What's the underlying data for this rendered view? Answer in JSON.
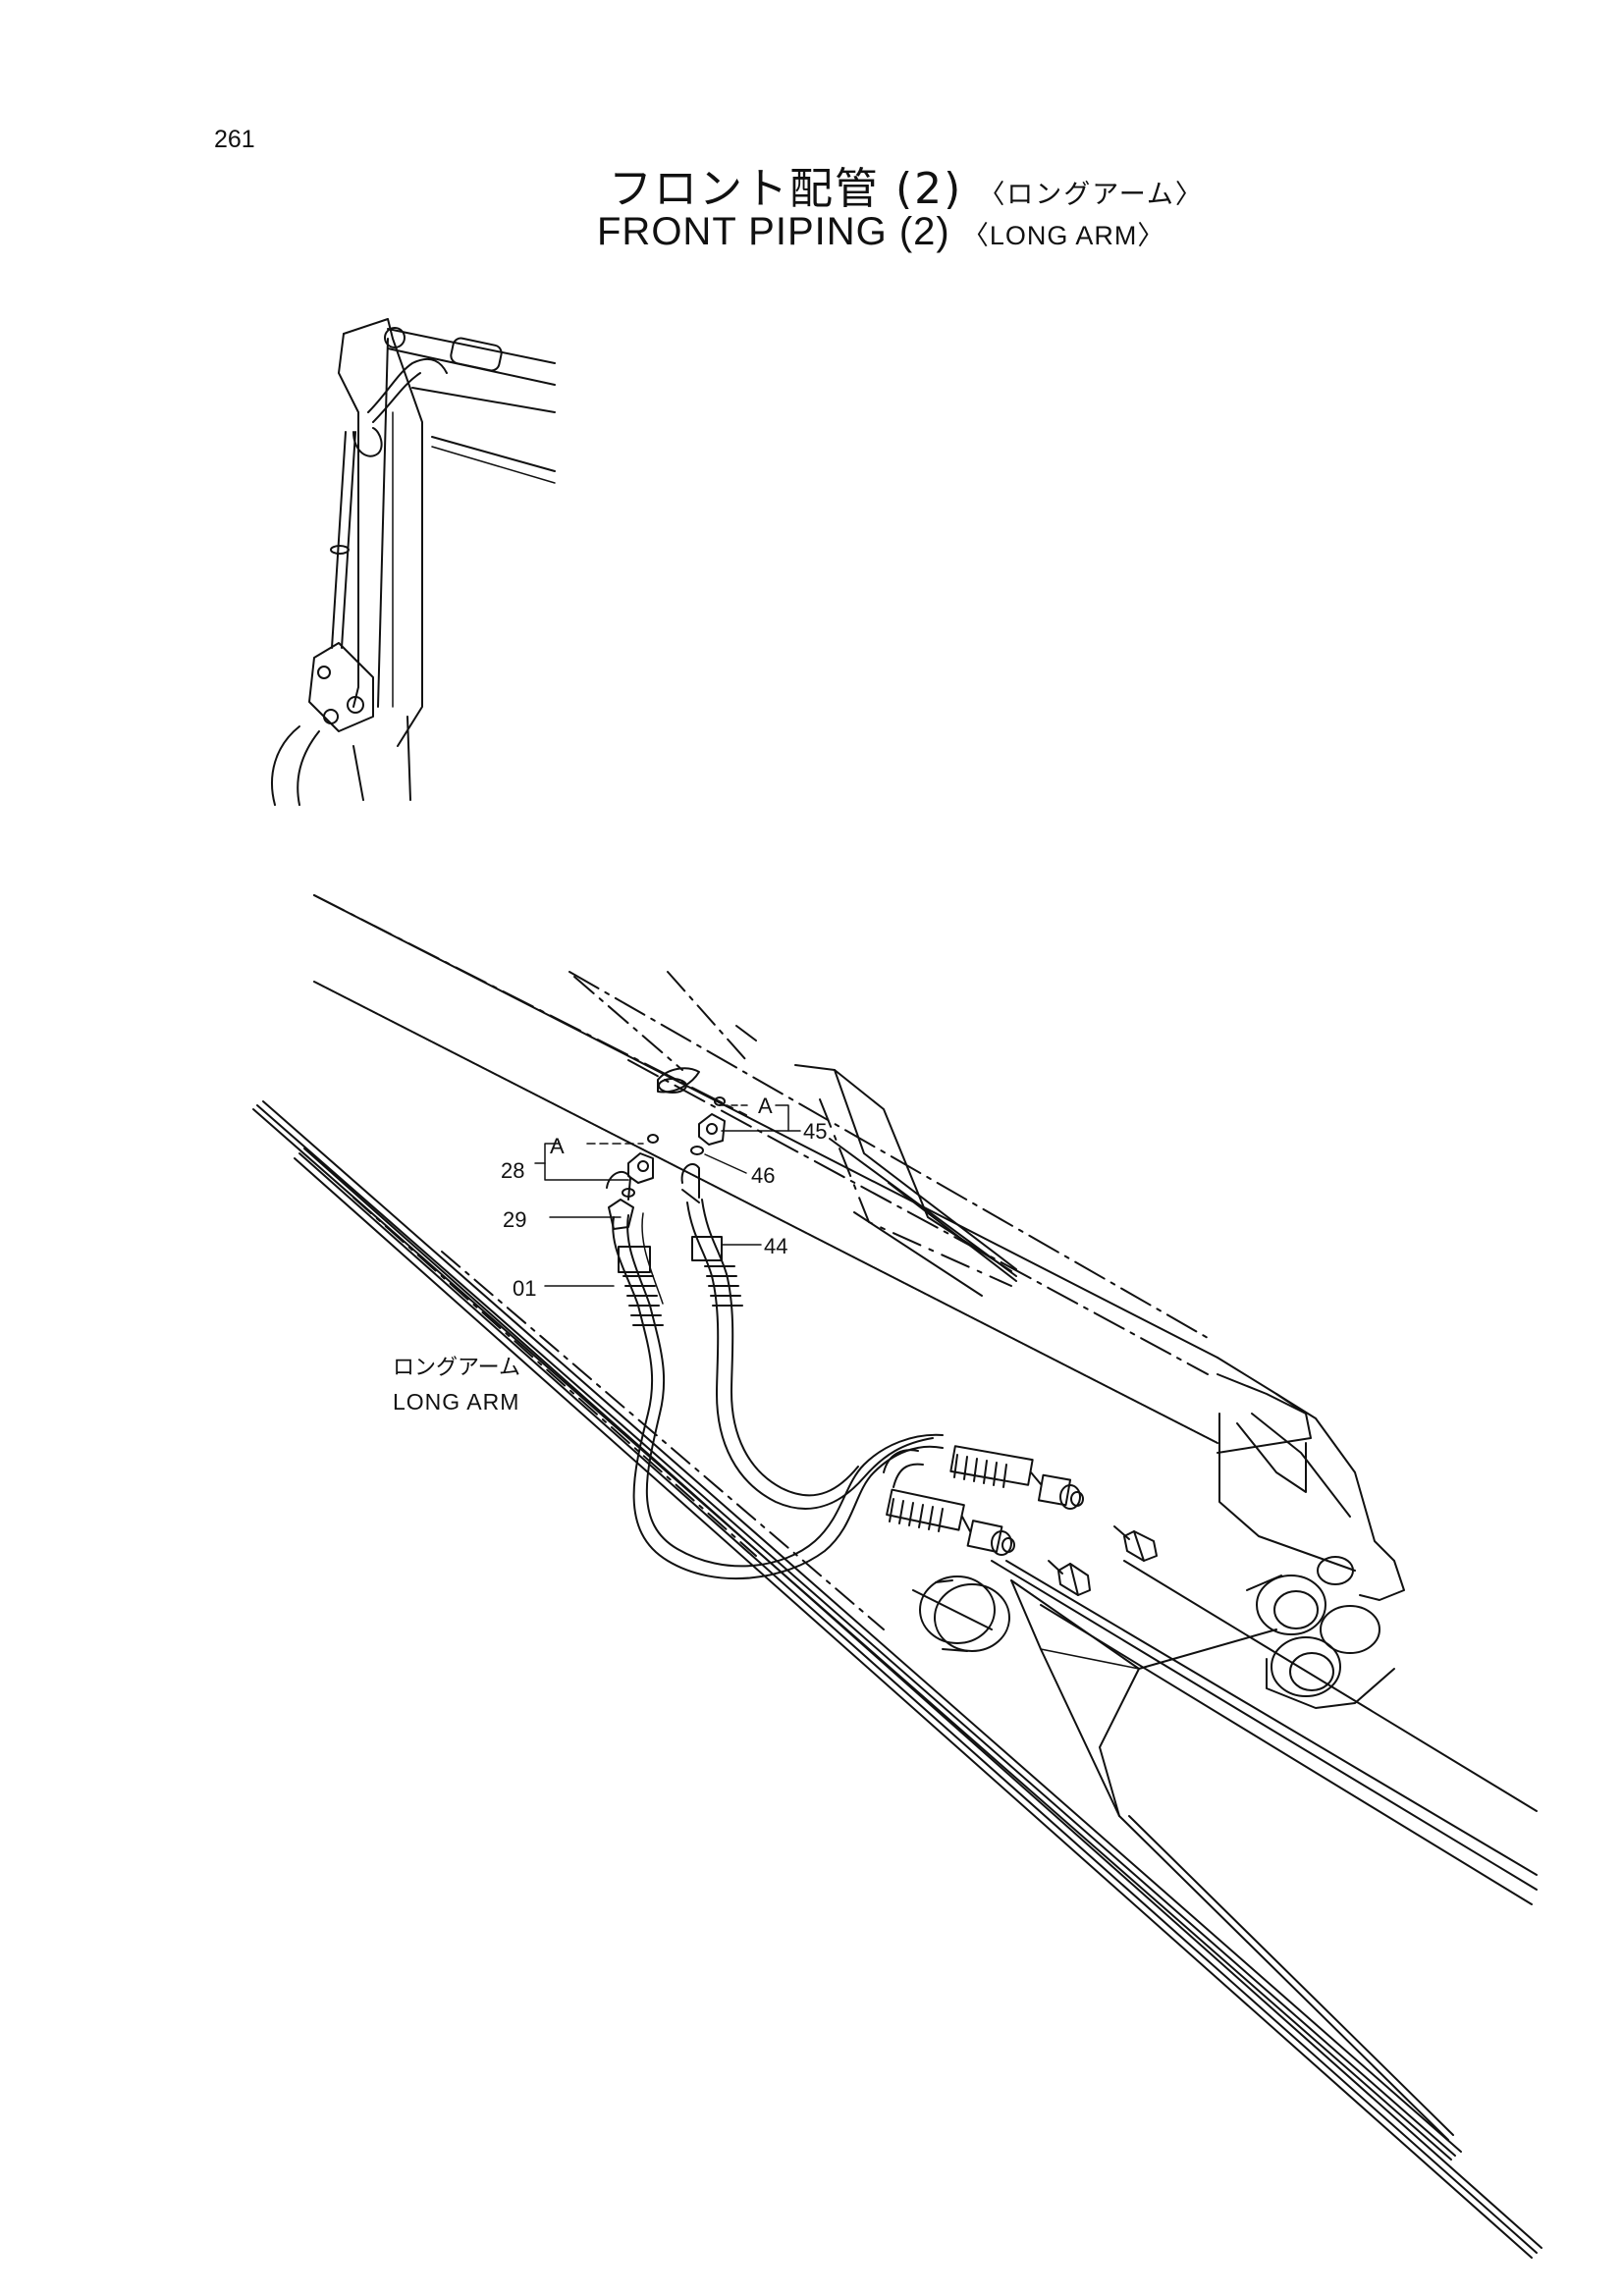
{
  "page": {
    "number": "261"
  },
  "title": {
    "jp_main": "フロント配管 (2)",
    "jp_sub": "〈ロングアーム〉",
    "en_main": "FRONT PIPING (2)",
    "en_sub": "〈LONG ARM〉"
  },
  "callouts": {
    "p28": "28",
    "p29": "29",
    "p01": "01",
    "p45": "45",
    "p46": "46",
    "p44": "44",
    "detail_a_left": "A",
    "detail_a_right": "A"
  },
  "labels": {
    "long_arm_jp": "ロングアーム",
    "long_arm_en": "LONG ARM"
  }
}
